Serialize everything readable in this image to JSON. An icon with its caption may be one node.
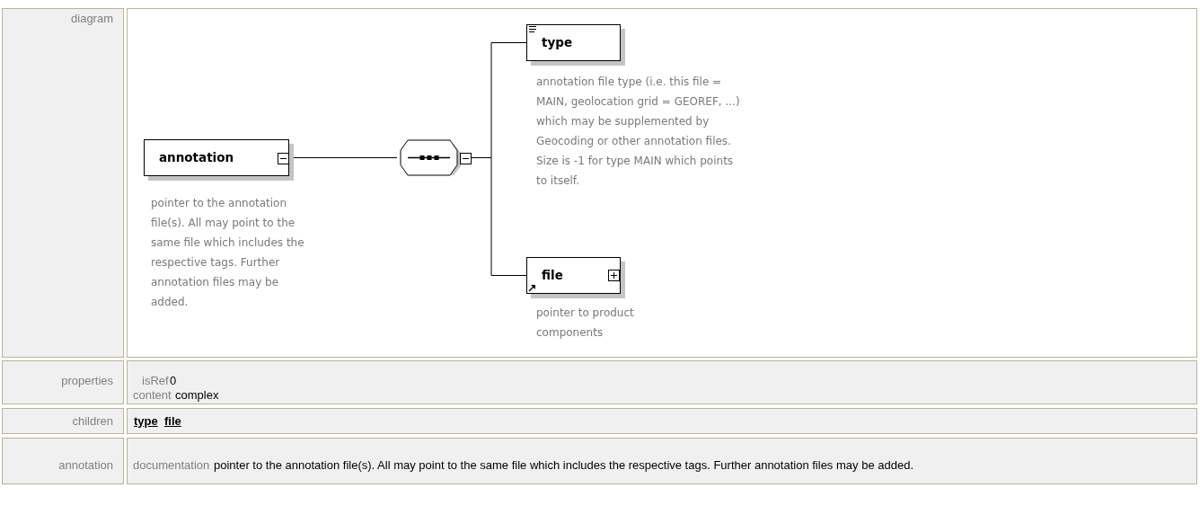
{
  "diagram": {
    "nodes": [
      {
        "text": [
          "annotation"
        ],
        "beside": [
          "pointer to the annotation file(s). All may point to the same file which includes the respective tags. Further annotation files may be added."
        ]
      },
      {
        "text": [],
        "shape": "octagon"
      },
      {
        "text": [
          "type"
        ],
        "beside": [
          "annotation file type (i.e. this file = MAIN, geolocation grid = GEOREF, ...) which may be supplemented by Geocoding or other annotation files. Size is -1 for type MAIN which points to itself."
        ]
      },
      {
        "text": [
          "file"
        ],
        "beside": [
          "pointer to product components"
        ]
      }
    ],
    "edges": [
      {
        "from": 0,
        "to": 1,
        "arrow": "none"
      },
      {
        "from": 1,
        "to": 2,
        "arrow": "none"
      },
      {
        "from": 1,
        "to": 3,
        "arrow": "none"
      }
    ],
    "labels": [
      "diagram",
      "properties",
      "isRef",
      "0",
      "content",
      "complex",
      "children",
      "type",
      "file",
      "annotation",
      "documentation",
      "pointer to the annotation file(s). All may point to the same file which includes the respective tags. Further annotation files may be added."
    ]
  }
}
